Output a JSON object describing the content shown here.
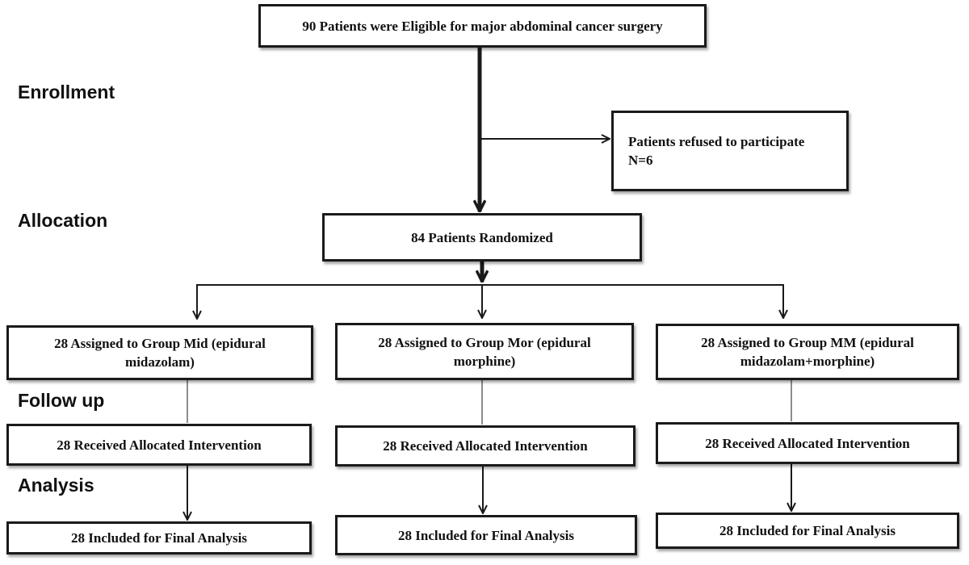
{
  "phases": {
    "enrollment": "Enrollment",
    "allocation": "Allocation",
    "follow_up": "Follow up",
    "analysis": "Analysis"
  },
  "boxes": {
    "eligible": "90 Patients were Eligible for major abdominal cancer surgery",
    "refused_line1": "Patients refused to participate",
    "refused_line2": "N=6",
    "randomized": "84 Patients Randomized",
    "groups": [
      {
        "assigned": "28 Assigned to Group Mid (epidural midazolam)",
        "received": "28 Received Allocated Intervention",
        "analysis": "28 Included for Final Analysis"
      },
      {
        "assigned": "28 Assigned to Group Mor (epidural morphine)",
        "received": "28 Received Allocated Intervention",
        "analysis": "28 Included for Final Analysis"
      },
      {
        "assigned": "28 Assigned to Group MM (epidural midazolam+morphine)",
        "received": "28 Received Allocated Intervention",
        "analysis": "28 Included for Final Analysis"
      }
    ]
  },
  "colors": {
    "line": "#1a1a1a",
    "text": "#111111",
    "background": "#ffffff"
  }
}
